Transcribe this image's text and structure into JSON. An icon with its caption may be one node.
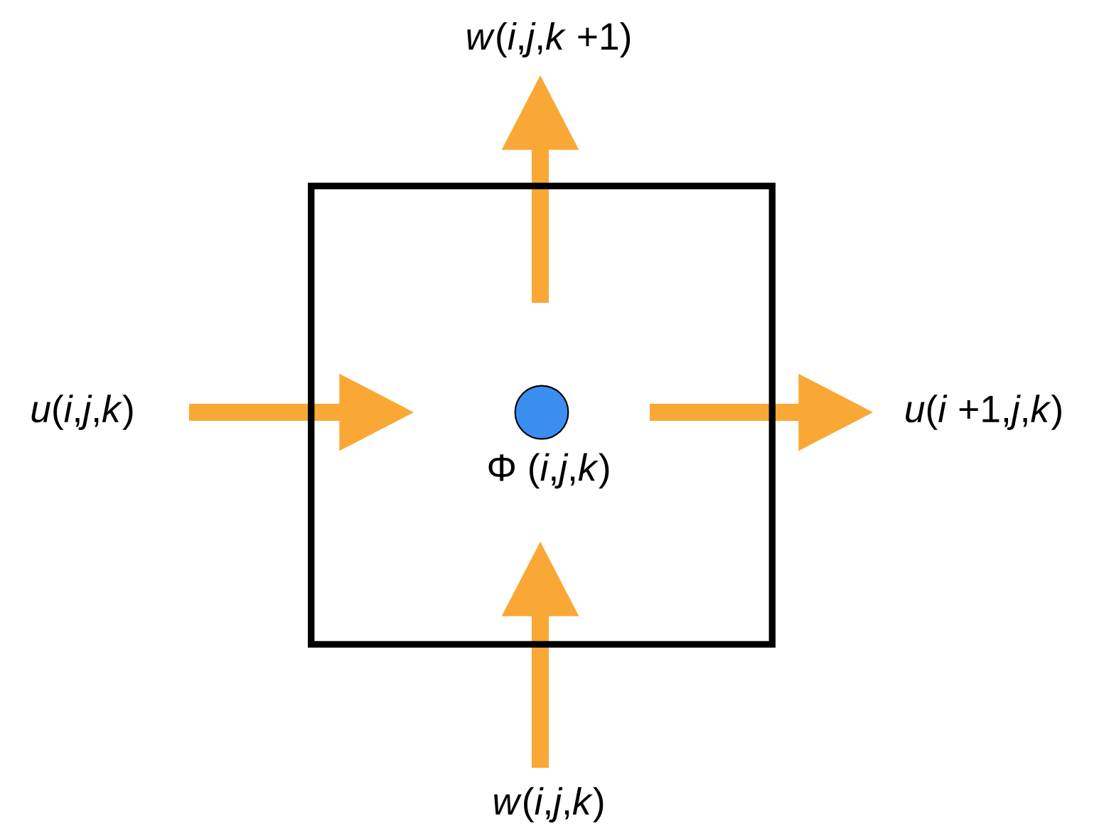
{
  "diagram": {
    "nodes": [
      {
        "text": [],
        "shape": "box"
      },
      {
        "text": [],
        "shape": "circle",
        "in": 0,
        "beside": [
          "Φ (*i*,*j*,*k*)"
        ]
      }
    ],
    "labels": [
      "*w*(*i*,*j*,*k* +1)",
      "*u*(*i*,*j*,*k*)",
      "*u*(*i* +1,*j*,*k*)",
      "*w*(*i*,*j*,*k*)"
    ]
  }
}
